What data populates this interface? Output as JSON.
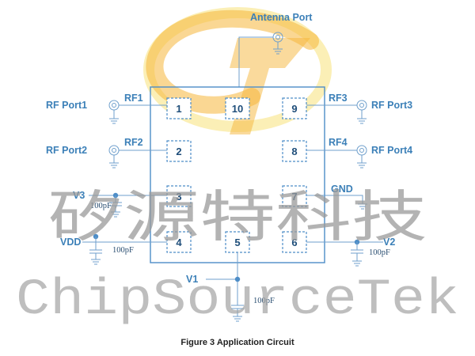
{
  "colors": {
    "line": "#4d8dc7",
    "label": "#3c80b8",
    "logo_orange": "#f5b63a",
    "logo_yellow": "#f7e27a",
    "watermark": "#9a9a9a"
  },
  "logo": {
    "brand_chinese": "矽源特科技",
    "brand_english": "ChipSourceTek"
  },
  "pins": {
    "p1": "1",
    "p2": "2",
    "p3": "3",
    "p4": "4",
    "p5": "5",
    "p6": "6",
    "p7": "7",
    "p8": "8",
    "p9": "9",
    "p10": "10"
  },
  "ports": {
    "antenna": "Antenna Port",
    "rf_port1": "RF Port1",
    "rf_port2": "RF Port2",
    "rf_port3": "RF Port3",
    "rf_port4": "RF Port4"
  },
  "nets": {
    "rf1": "RF1",
    "rf2": "RF2",
    "rf3": "RF3",
    "rf4": "RF4",
    "gnd": "GND",
    "v1": "V1",
    "v2": "V2",
    "v3": "V3",
    "vdd": "VDD"
  },
  "capacitors": {
    "c_v3": "100pF",
    "c_vdd": "100pF",
    "c_v2": "100pF",
    "c_v1": "100pF"
  },
  "caption": "Figure 3 Application Circuit"
}
